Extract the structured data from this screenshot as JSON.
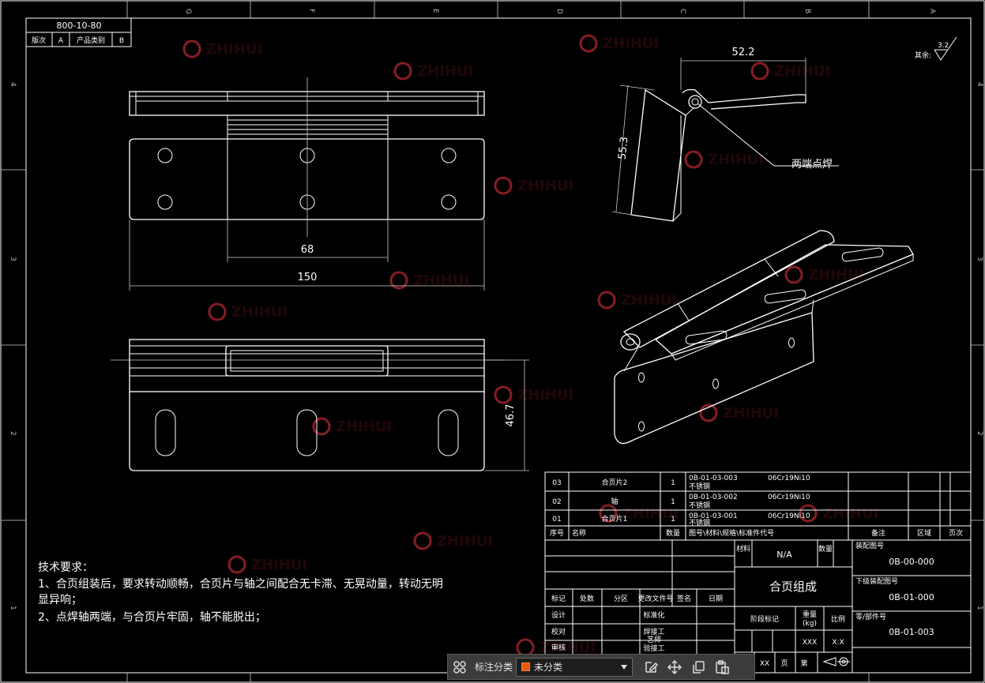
{
  "drawing": {
    "frame": {
      "top_zones": [
        "G",
        "F",
        "E",
        "D",
        "C",
        "B",
        "A"
      ],
      "row_zones": [
        "4",
        "3",
        "2",
        "1"
      ]
    },
    "corner_box": {
      "code": "800-10-80",
      "cells": [
        "版次",
        "A",
        "产品类别",
        "B"
      ]
    },
    "roughness": {
      "prefix": "其余:",
      "value": "3.2"
    },
    "dimensions": {
      "width_total": "150",
      "width_mid": "68",
      "height_view": "46.7",
      "side_height": "55.3",
      "side_width": "52.2"
    },
    "callout": "两端点焊",
    "watermark_text": "ZHIHUI",
    "notes": {
      "title": "技术要求：",
      "line1": "1、合页组装后，要求转动顺畅，合页片与轴之间配合无卡滞、无晃动量，转动无明",
      "line2": "显异响；",
      "line3": "2、点焊轴两端，与合页片牢固，轴不能脱出；"
    },
    "bom": {
      "rows": [
        {
          "seq": "03",
          "name": "合页片2",
          "qty": "1",
          "code": "0B-01-03-003",
          "material": "06Cr19Ni10",
          "material2": "不锈钢"
        },
        {
          "seq": "02",
          "name": "轴",
          "qty": "1",
          "code": "0B-01-03-002",
          "material": "06Cr19Ni10",
          "material2": "不锈钢"
        },
        {
          "seq": "01",
          "name": "合页片1",
          "qty": "1",
          "code": "0B-01-03-001",
          "material": "06Cr19Ni10",
          "material2": "不锈钢"
        }
      ],
      "header": {
        "seq": "序号",
        "name": "名称",
        "qty": "数量",
        "code": "图号\\材料\\规格\\标准件代号",
        "remark": "备注",
        "zone": "区域",
        "page": "页次"
      }
    },
    "title_block": {
      "material_label": "材料",
      "material": "N/A",
      "qty_label": "数量",
      "title": "合页组成",
      "stage_label": "阶段标记",
      "weight_label": "重量",
      "weight_unit": "(kg)",
      "scale_label": "比例",
      "weight": "XXX",
      "scale": "X:X",
      "assembly_label": "装配图号",
      "assembly_no": "0B-00-000",
      "upper_label": "下级装配图号",
      "upper_no": "0B-01-000",
      "part_label": "零/部件号",
      "part_no": "0B-01-003",
      "sheet_a": "XX",
      "sheet_b": "页",
      "sheet_c": "第",
      "rev_headers": [
        "标记",
        "处数",
        "分区",
        "更改文件号",
        "签名",
        "日期"
      ],
      "roles": [
        "设计",
        "校对",
        "审核"
      ],
      "std_label": "标准化",
      "proc1": "焊接工",
      "proc1b": "艺师",
      "proc2": "验接工"
    }
  },
  "toolbar": {
    "label": "标注分类",
    "selected": "未分类",
    "selected_color": "#e8590c"
  }
}
